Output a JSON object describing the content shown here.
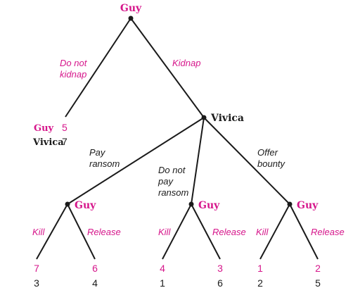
{
  "colors": {
    "guy": "#d6168b",
    "vivica": "#1a1a1a",
    "edge": "#1a1a1a"
  },
  "players": {
    "guy": "Guy",
    "vivica": "Vivica"
  },
  "nodes": {
    "root": {
      "player": "Guy"
    },
    "vivica_node": {
      "player": "Vivica"
    },
    "guy_after_ransom": {
      "player": "Guy"
    },
    "guy_after_no_ransom": {
      "player": "Guy"
    },
    "guy_after_bounty": {
      "player": "Guy"
    }
  },
  "actions": {
    "do_not_kidnap": {
      "line1": "Do not",
      "line2": "kidnap"
    },
    "kidnap": "Kidnap",
    "pay_ransom": {
      "line1": "Pay",
      "line2": "ransom"
    },
    "do_not_pay_ransom": {
      "line1": "Do not",
      "line2": "pay",
      "line3": "ransom"
    },
    "offer_bounty": {
      "line1": "Offer",
      "line2": "bounty"
    },
    "kill": "Kill",
    "release": "Release"
  },
  "payoffs": {
    "no_kidnap": {
      "guy": "5",
      "vivica": "7"
    },
    "ransom_kill": {
      "guy": "7",
      "vivica": "3"
    },
    "ransom_release": {
      "guy": "6",
      "vivica": "4"
    },
    "noransom_kill": {
      "guy": "4",
      "vivica": "1"
    },
    "noransom_release": {
      "guy": "3",
      "vivica": "6"
    },
    "bounty_kill": {
      "guy": "1",
      "vivica": "2"
    },
    "bounty_release": {
      "guy": "2",
      "vivica": "5"
    }
  }
}
